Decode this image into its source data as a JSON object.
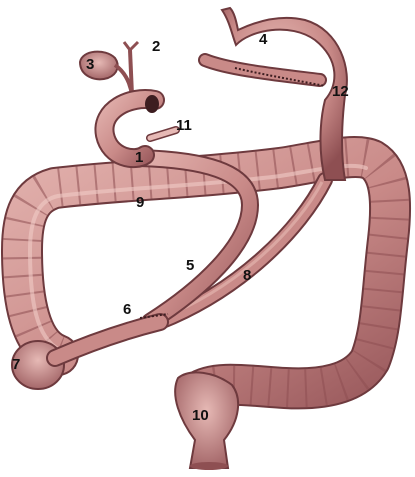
{
  "labels": {
    "l1": "1",
    "l2": "2",
    "l3": "3",
    "l4": "4",
    "l5": "5",
    "l6": "6",
    "l7": "7",
    "l8": "8",
    "l9": "9",
    "l10": "10",
    "l11": "11",
    "l12": "12"
  },
  "colors": {
    "tissue": "#c98a88",
    "tissue_dark": "#8e4f52",
    "tissue_light": "#e6b9b5",
    "outline": "#6e3a3e",
    "background": "#ffffff"
  }
}
